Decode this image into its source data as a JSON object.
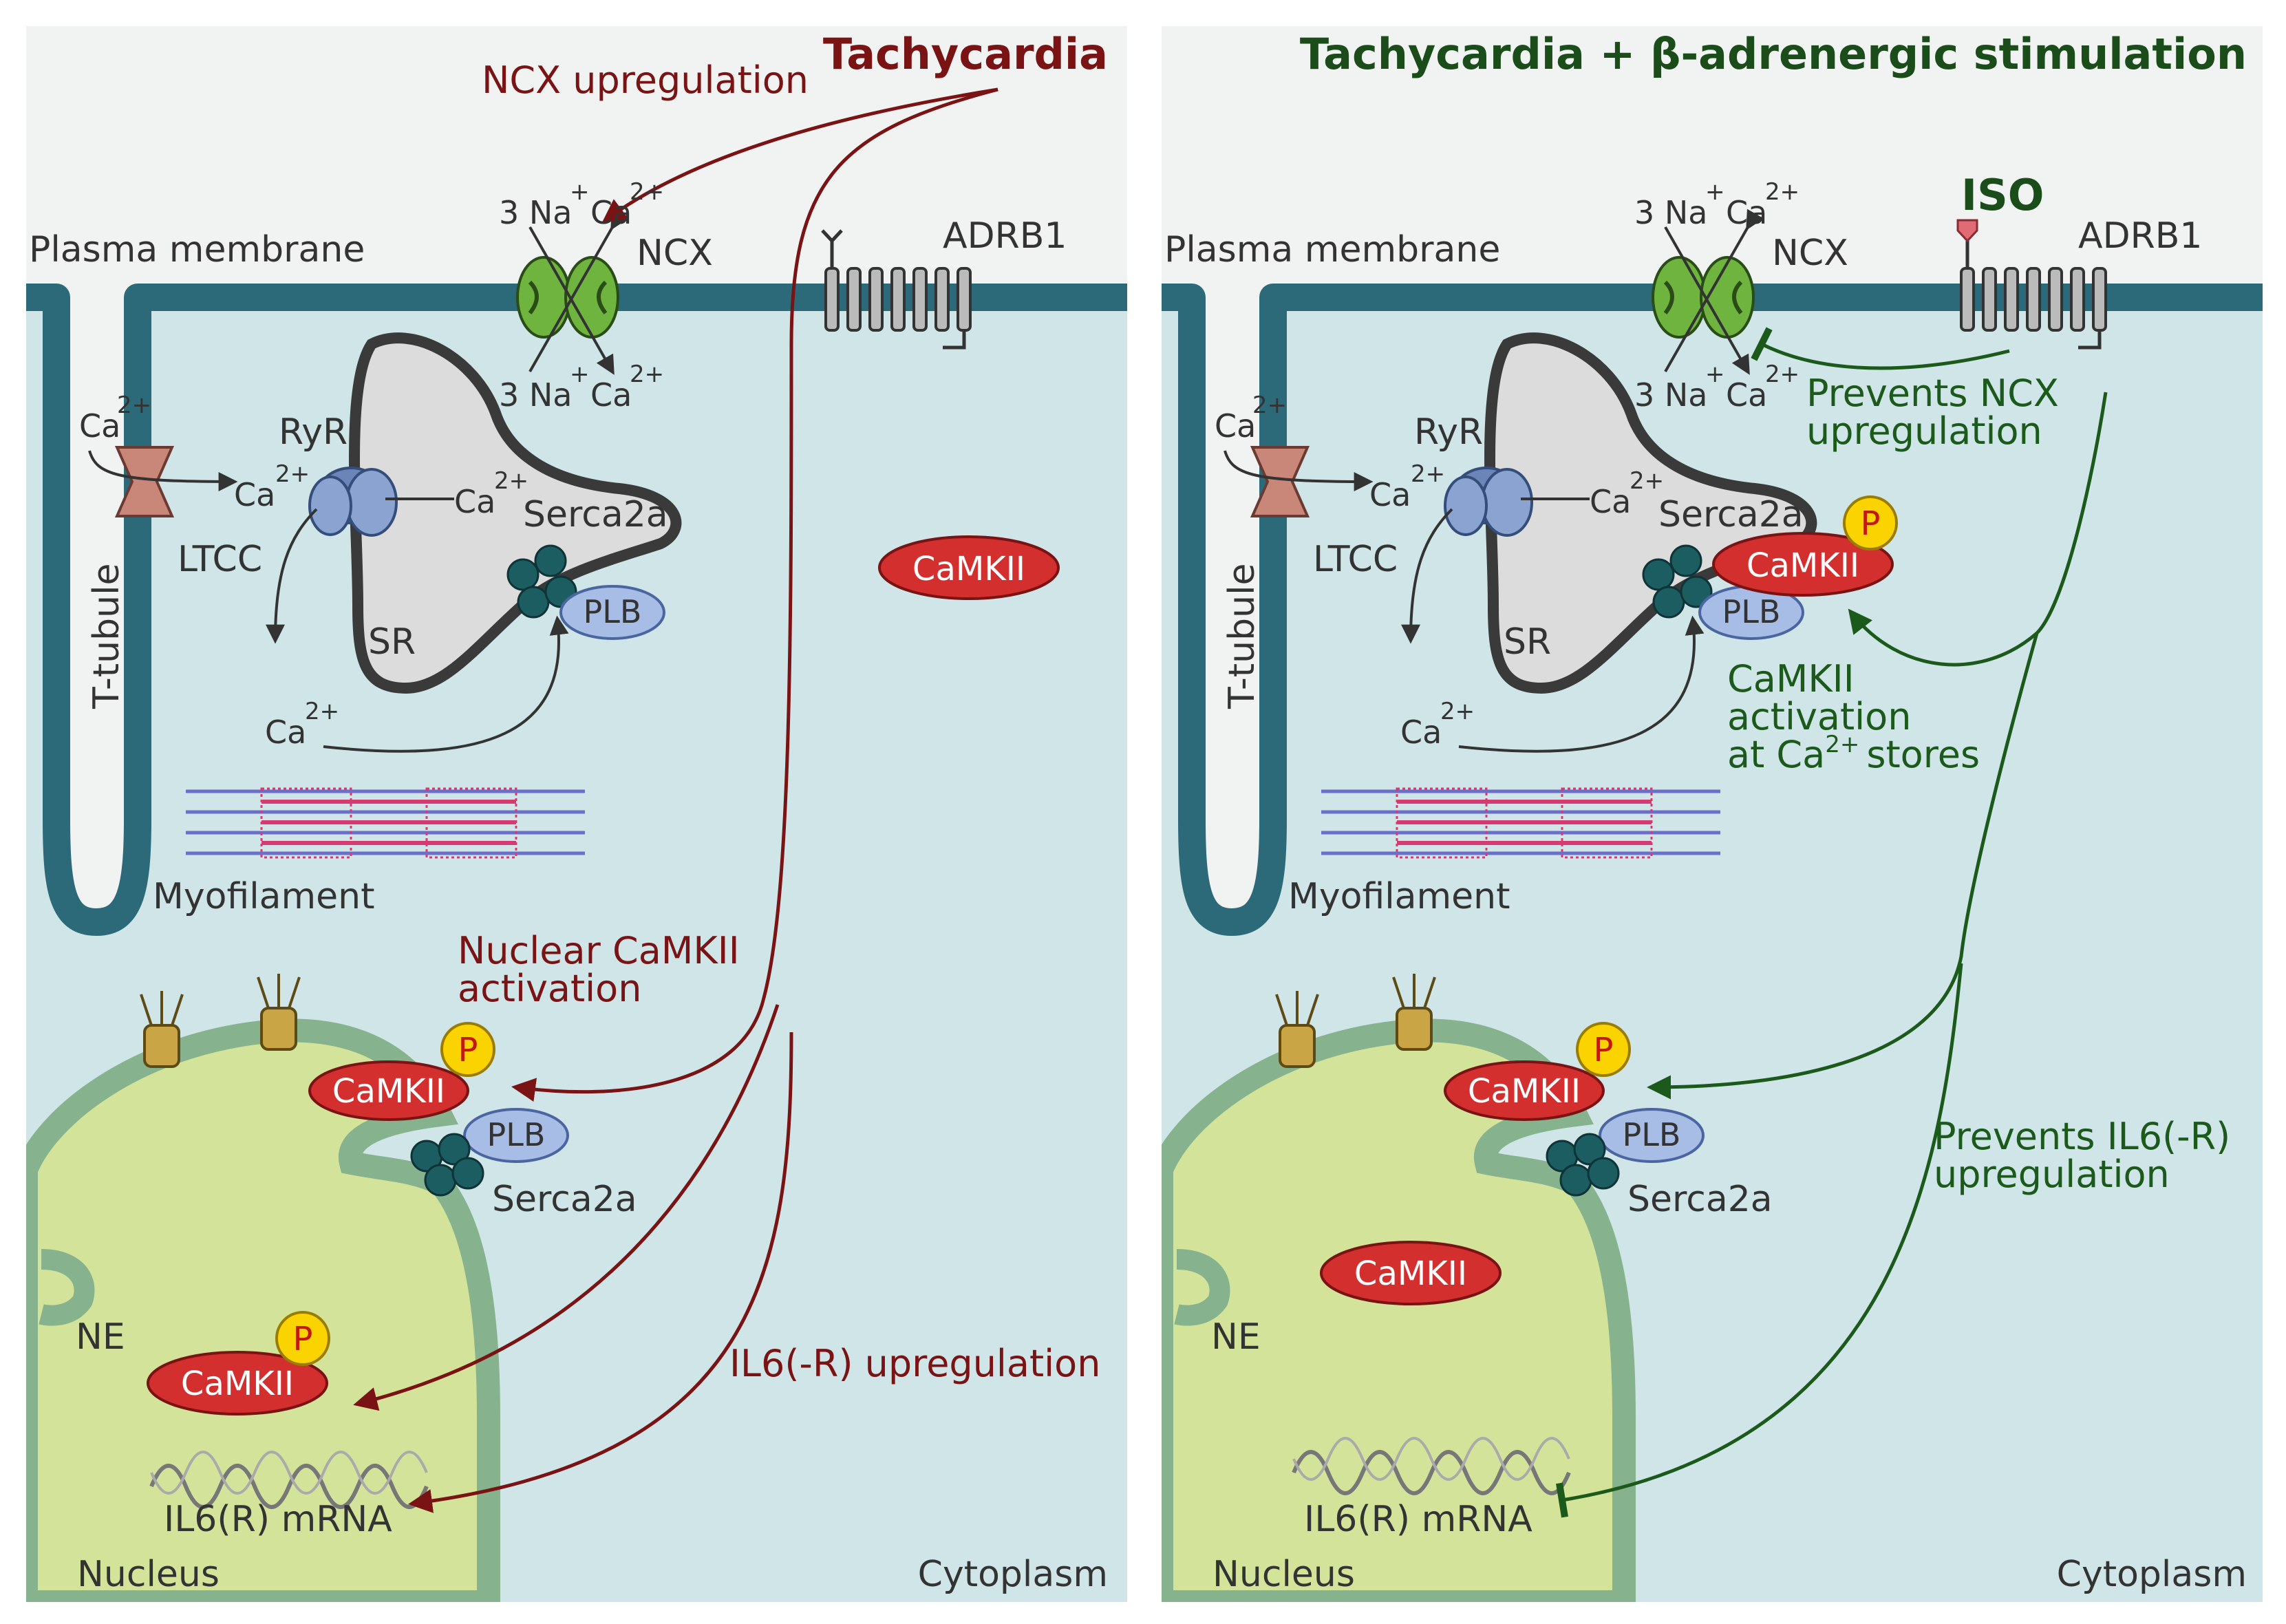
{
  "colors": {
    "cytoplasm": "#cfe5e8",
    "extracellular": "#f1f2f2",
    "membrane": "#2d6a79",
    "nucleus": "#d4e39a",
    "nuclear_envelope": "#86b38e",
    "camkii": "#d32f2f",
    "phospho": "#fbd400",
    "plb": "#a7bde6",
    "sr": "#dcdcdc",
    "ncx": "#6fb43f",
    "red_arrow": "#7a1414",
    "green_arrow": "#1b5a1b"
  },
  "left": {
    "title": "Tachycardia",
    "ncx_up": "NCX upregulation",
    "plasma_membrane": "Plasma membrane",
    "three_na_top": "3 Na",
    "plus": "+",
    "ca": "Ca",
    "two_plus": "2+",
    "ncx": "NCX",
    "adrb1": "ADRB1",
    "three_na_bottom": "3 Na",
    "ryr": "RyR",
    "ltcc": "LTCC",
    "serca2a": "Serca2a",
    "camkii_cyto": "CaMKII",
    "plb": "PLB",
    "sr": "SR",
    "t_tubule": "T-tubule",
    "myofilament": "Myofilament",
    "nuclear_activation_1": "Nuclear CaMKII",
    "nuclear_activation_2": "activation",
    "camkii_ne": "CaMKII",
    "p": "P",
    "plb_ne": "PLB",
    "serca2a_ne": "Serca2a",
    "ne": "NE",
    "camkii_nuc": "CaMKII",
    "il6_up": "IL6(-R) upregulation",
    "mrna": "IL6(R) mRNA",
    "nucleus": "Nucleus",
    "cytoplasm": "Cytoplasm"
  },
  "right": {
    "title": "Tachycardia + β-adrenergic stimulation",
    "iso": "ISO",
    "plasma_membrane": "Plasma membrane",
    "three_na_top": "3 Na",
    "plus": "+",
    "ca": "Ca",
    "two_plus": "2+",
    "ncx": "NCX",
    "adrb1": "ADRB1",
    "three_na_bottom": "3 Na",
    "prevents_ncx_1": "Prevents NCX",
    "prevents_ncx_2": "upregulation",
    "ryr": "RyR",
    "ltcc": "LTCC",
    "serca2a": "Serca2a",
    "p": "P",
    "camkii_sr": "CaMKII",
    "plb": "PLB",
    "sr": "SR",
    "t_tubule": "T-tubule",
    "activation_1": "CaMKII",
    "activation_2": "activation",
    "activation_3": "at Ca",
    "activation_3b": "stores",
    "myofilament": "Myofilament",
    "camkii_ne": "CaMKII",
    "plb_ne": "PLB",
    "serca2a_ne": "Serca2a",
    "prevents_il6_1": "Prevents IL6(-R)",
    "prevents_il6_2": "upregulation",
    "camkii_nuc": "CaMKII",
    "ne": "NE",
    "mrna": "IL6(R) mRNA",
    "nucleus": "Nucleus",
    "cytoplasm": "Cytoplasm"
  }
}
